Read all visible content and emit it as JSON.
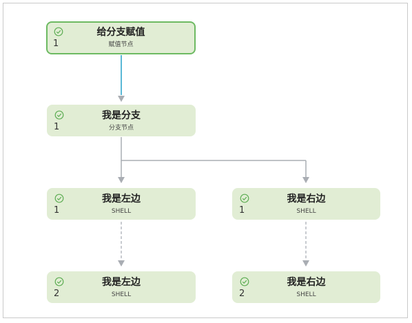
{
  "nodes": [
    {
      "title": "给分支赋值",
      "count": "1",
      "subtitle": "赋值节点",
      "status": "success",
      "selected": true
    },
    {
      "title": "我是分支",
      "count": "1",
      "subtitle": "分支节点",
      "status": "success"
    },
    {
      "title": "我是左边",
      "count": "1",
      "subtitle": "SHELL",
      "status": "success"
    },
    {
      "title": "我是右边",
      "count": "1",
      "subtitle": "SHELL",
      "status": "success"
    },
    {
      "title": "我是左边",
      "count": "2",
      "subtitle": "SHELL",
      "status": "success"
    },
    {
      "title": "我是右边",
      "count": "2",
      "subtitle": "SHELL",
      "status": "success"
    }
  ],
  "colors": {
    "node_fill": "#e1edd4",
    "selected_border": "#6dba62",
    "check_icon": "#5fae55",
    "active_edge": "#5ab8d6",
    "edge": "#a9adb3"
  }
}
